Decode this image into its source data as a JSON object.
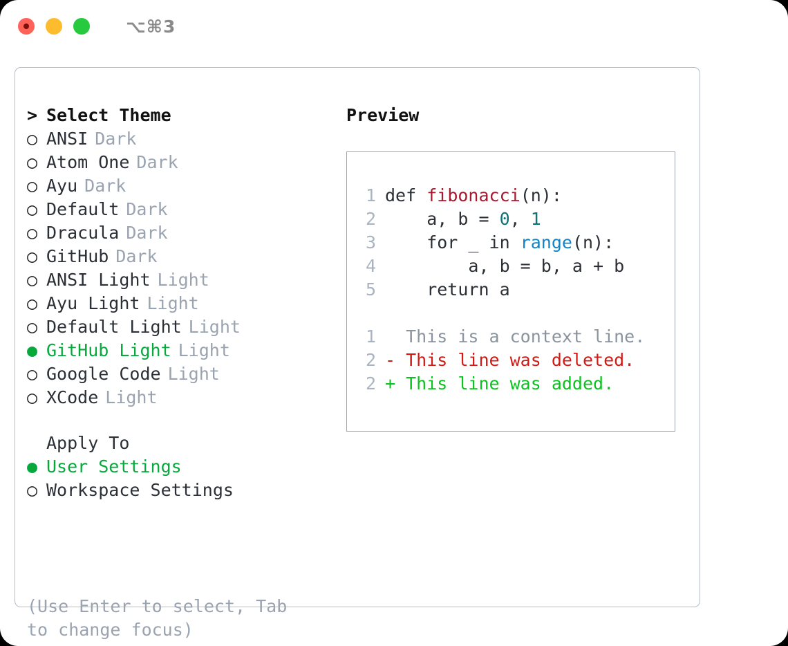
{
  "titlebar": {
    "shortcut": "⌥⌘3",
    "buttons": [
      {
        "name": "close",
        "color": "#ff6259"
      },
      {
        "name": "minimize",
        "color": "#fdbc2e"
      },
      {
        "name": "zoom",
        "color": "#27c93f"
      }
    ]
  },
  "theme_picker": {
    "header_marker": ">",
    "header_label": "Select Theme",
    "unselected_marker": "○",
    "selected_marker": "●",
    "items": [
      {
        "marker": "○",
        "name": "ANSI",
        "badge": "Dark",
        "selected": false
      },
      {
        "marker": "○",
        "name": "Atom One",
        "badge": "Dark",
        "selected": false
      },
      {
        "marker": "○",
        "name": "Ayu",
        "badge": "Dark",
        "selected": false
      },
      {
        "marker": "○",
        "name": "Default",
        "badge": "Dark",
        "selected": false
      },
      {
        "marker": "○",
        "name": "Dracula",
        "badge": "Dark",
        "selected": false
      },
      {
        "marker": "○",
        "name": "GitHub",
        "badge": "Dark",
        "selected": false
      },
      {
        "marker": "○",
        "name": "ANSI Light",
        "badge": "Light",
        "selected": false
      },
      {
        "marker": "○",
        "name": "Ayu Light",
        "badge": "Light",
        "selected": false
      },
      {
        "marker": "○",
        "name": "Default Light",
        "badge": "Light",
        "selected": false
      },
      {
        "marker": "●",
        "name": "GitHub Light",
        "badge": "Light",
        "selected": true
      },
      {
        "marker": "○",
        "name": "Google Code",
        "badge": "Light",
        "selected": false
      },
      {
        "marker": "○",
        "name": "XCode",
        "badge": "Light",
        "selected": false
      }
    ]
  },
  "apply_to": {
    "label": "Apply To",
    "options": [
      {
        "marker": "●",
        "label": "User Settings",
        "selected": true
      },
      {
        "marker": "○",
        "label": "Workspace Settings",
        "selected": false
      }
    ]
  },
  "hint": "(Use Enter to select, Tab to change focus)",
  "preview": {
    "title": "Preview",
    "code_lines": [
      {
        "no": "1",
        "segments": [
          {
            "text": "def ",
            "kind": "plain"
          },
          {
            "text": "fibonacci",
            "kind": "fn"
          },
          {
            "text": "(n):",
            "kind": "plain"
          }
        ]
      },
      {
        "no": "2",
        "segments": [
          {
            "text": "    a, b = ",
            "kind": "plain"
          },
          {
            "text": "0",
            "kind": "num"
          },
          {
            "text": ", ",
            "kind": "plain"
          },
          {
            "text": "1",
            "kind": "num"
          }
        ]
      },
      {
        "no": "3",
        "segments": [
          {
            "text": "    for _ in ",
            "kind": "plain"
          },
          {
            "text": "range",
            "kind": "call"
          },
          {
            "text": "(n):",
            "kind": "plain"
          }
        ]
      },
      {
        "no": "4",
        "segments": [
          {
            "text": "        a, b = b, a + b",
            "kind": "plain"
          }
        ]
      },
      {
        "no": "5",
        "segments": [
          {
            "text": "    return a",
            "kind": "plain"
          }
        ]
      }
    ],
    "diff_lines": [
      {
        "no": "1",
        "prefix": "  ",
        "text": "This is a context line.",
        "kind": "ctx"
      },
      {
        "no": "2",
        "prefix": "- ",
        "text": "This line was deleted.",
        "kind": "del"
      },
      {
        "no": "2",
        "prefix": "+ ",
        "text": "This line was added.",
        "kind": "add"
      }
    ]
  },
  "colors": {
    "accent_green": "#07a83c",
    "diff_add": "#0cc220",
    "diff_del": "#d11a14",
    "diff_ctx": "#8b949e",
    "token_function": "#a6192e",
    "token_number": "#0d7377",
    "token_call": "#1184c7",
    "muted": "#9aa3b0",
    "border": "#b4bcc9"
  }
}
